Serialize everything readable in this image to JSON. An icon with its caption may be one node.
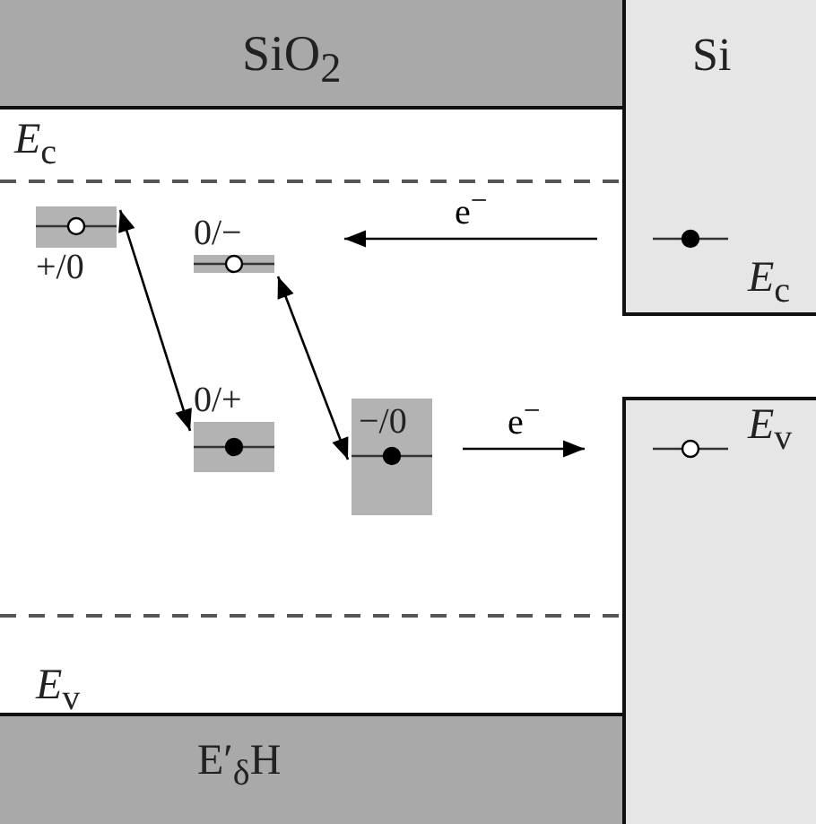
{
  "diagram": {
    "nodes": [
      {
        "text": [
          "+/0"
        ]
      },
      {
        "text": [
          "0/−"
        ]
      },
      {
        "text": [
          "0/+"
        ]
      },
      {
        "text": [
          "−/0"
        ]
      },
      {
        "text": [],
        "shape": "circle"
      },
      {
        "text": [],
        "shape": "circle"
      }
    ],
    "edges": [
      {
        "from": 0,
        "to": 2,
        "arrow": "both"
      },
      {
        "from": 1,
        "to": 3,
        "arrow": "both"
      },
      {
        "from": 4,
        "to": 1,
        "arrow": "to",
        "label": "e$^{−}$"
      },
      {
        "from": 3,
        "to": 5,
        "arrow": "to",
        "label": "e$^{−}$"
      }
    ],
    "labels": [
      "SiO$_{2}$",
      "Si",
      "*E*$_{c}$",
      "*E*$_{c}$",
      "*E*$_{v}$",
      "*E*$_{v}$",
      "E′$_{δ}$H"
    ]
  }
}
